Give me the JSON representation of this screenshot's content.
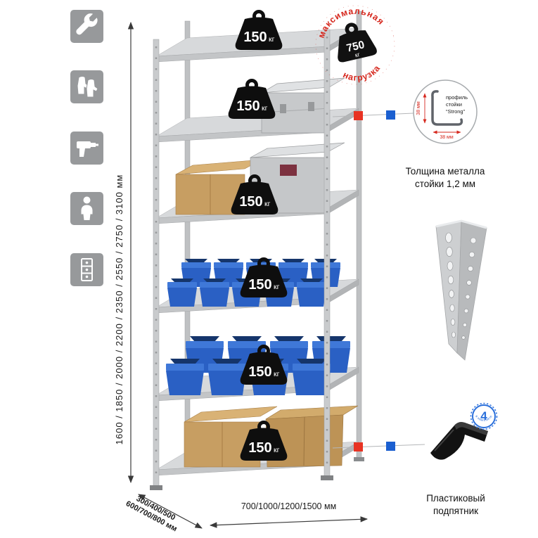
{
  "side_icons": [
    {
      "name": "wrench"
    },
    {
      "name": "gloves"
    },
    {
      "name": "drill"
    },
    {
      "name": "person"
    },
    {
      "name": "rack"
    }
  ],
  "dimensions": {
    "height": "1600 / 1850 / 2000 / 2200 / 2350 / 2550 / 2750 / 3100 мм",
    "depth_line1": "300/400/500",
    "depth_line2": "600/700/800 мм",
    "width": "700/1000/1200/1500 мм"
  },
  "labels": {
    "kg": "кг"
  },
  "shelves": [
    {
      "load": "150"
    },
    {
      "load": "150"
    },
    {
      "load": "150"
    },
    {
      "load": "150"
    },
    {
      "load": "150"
    },
    {
      "load": "150"
    }
  ],
  "stamp": {
    "arc_top": "максимальная",
    "arc_bottom": "нагрузка",
    "value": "750",
    "unit": "кг"
  },
  "profile": {
    "line1": "профиль",
    "line2": "стойки",
    "line3": "“Strong”",
    "dim_vertical": "38 мм",
    "dim_horizontal": "38 мм",
    "caption_line1": "Толщина металла",
    "caption_line2": "стойки 1,2 мм"
  },
  "foot": {
    "badge_value": "4",
    "badge_text": "в комплекте",
    "caption_line1": "Пластиковый",
    "caption_line2": "подпятник"
  }
}
